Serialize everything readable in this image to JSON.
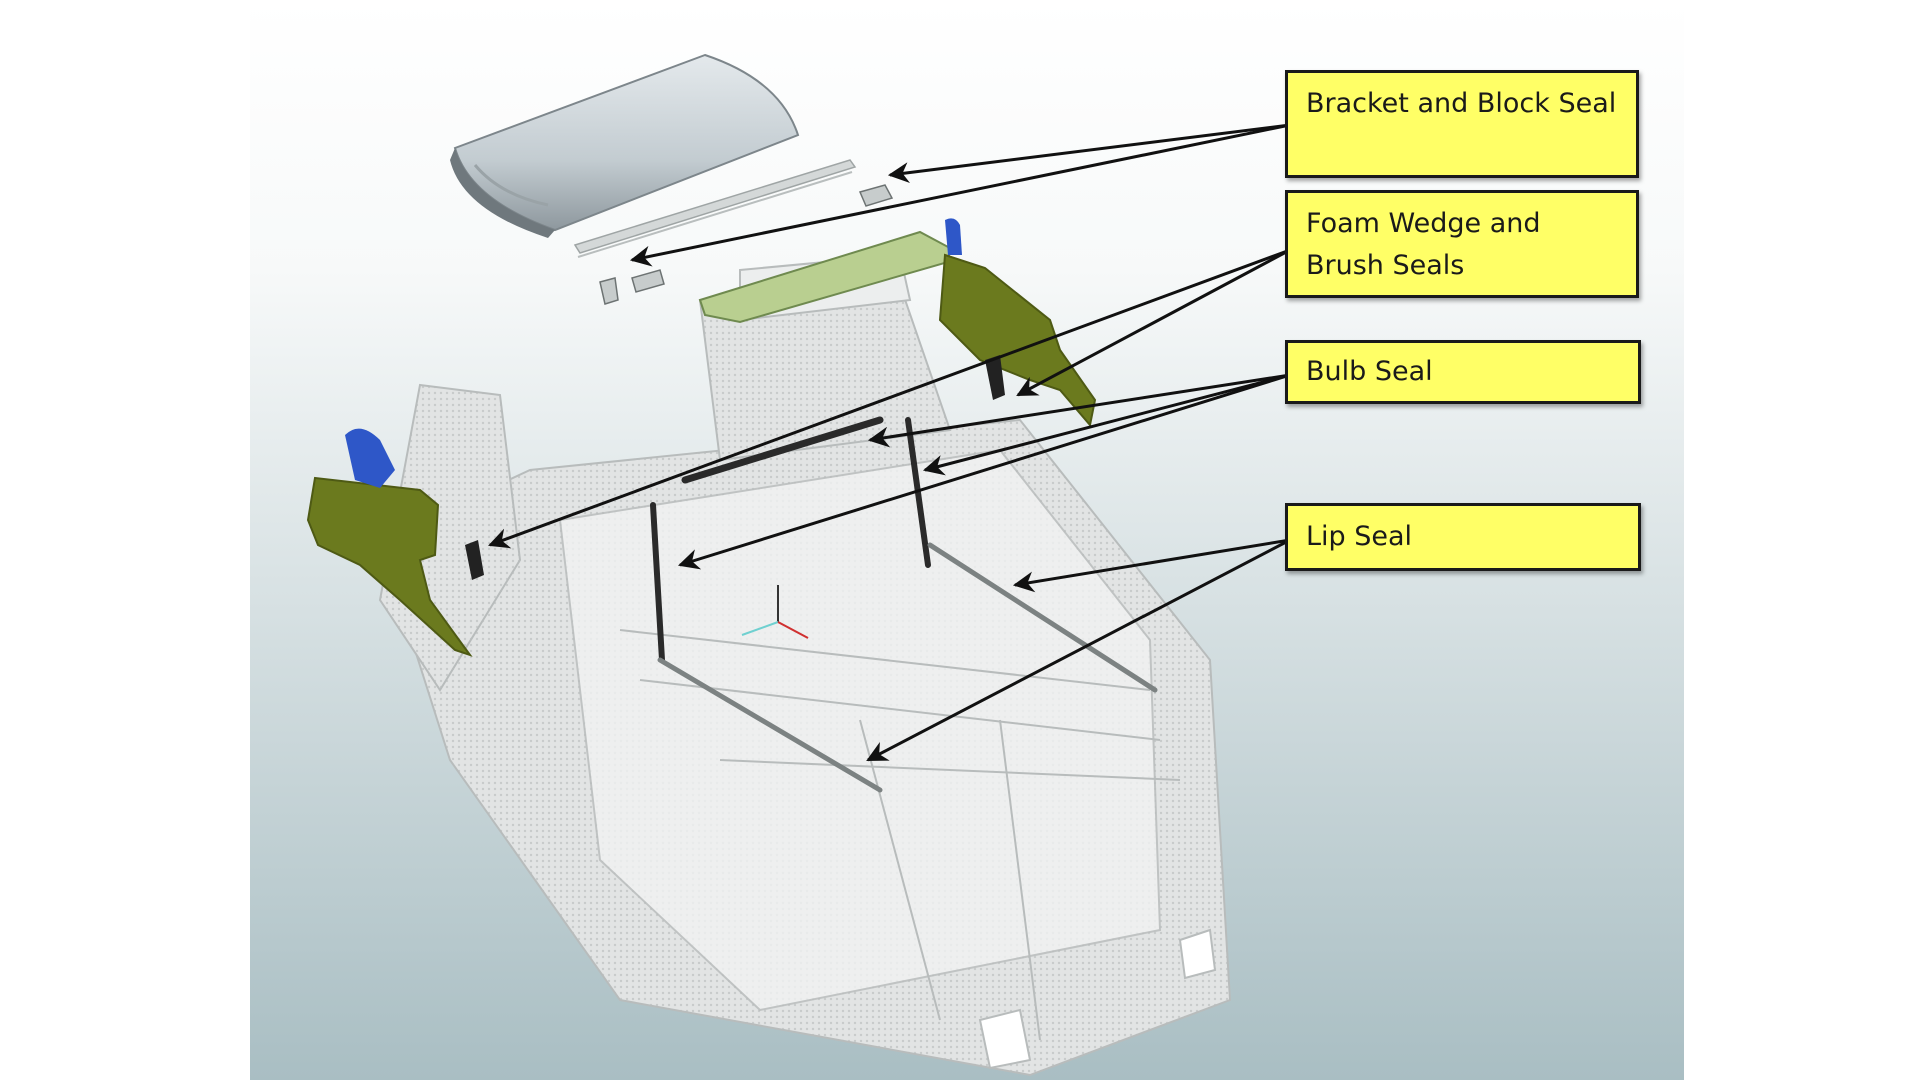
{
  "labels": {
    "bracket_block": "Bracket and Block Seal",
    "foam_brush": "Foam Wedge and Brush Seals",
    "bulb": "Bulb Seal",
    "lip": "Lip Seal"
  },
  "colors": {
    "callout_fill": "#ffff66",
    "callout_border": "#1a1a1a",
    "arrow": "#111111",
    "seal_green": "#6b7a1e",
    "light_green": "#b9cf90",
    "clip_blue": "#2e57c8",
    "frame_gray": "#d9dcdc",
    "background_top": "#ffffff",
    "background_bottom": "#a9bec3"
  }
}
